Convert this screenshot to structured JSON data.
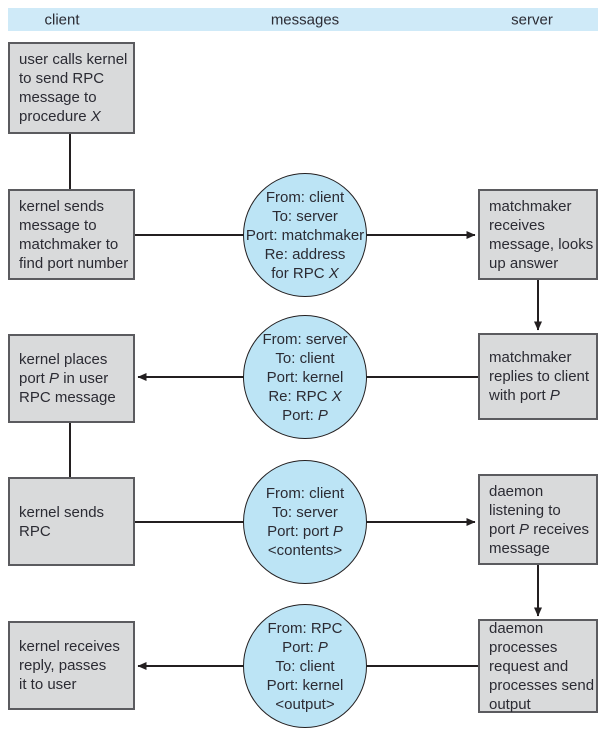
{
  "colors": {
    "header_bg": "#cfeaf8",
    "box_bg": "#d9dadb",
    "box_border": "#5b5b5f",
    "circle_bg": "#bce4f5",
    "circle_border": "#231f20",
    "text": "#2b2b33",
    "line": "#231f20",
    "page_bg": "#ffffff"
  },
  "header": {
    "client": "client",
    "messages": "messages",
    "server": "server"
  },
  "client_boxes": [
    {
      "lines": [
        [
          {
            "t": "user calls kernel"
          }
        ],
        [
          {
            "t": "to send RPC"
          }
        ],
        [
          {
            "t": "message to"
          }
        ],
        [
          {
            "t": "procedure "
          },
          {
            "t": "X",
            "i": true
          }
        ]
      ]
    },
    {
      "lines": [
        [
          {
            "t": "kernel sends"
          }
        ],
        [
          {
            "t": "message to"
          }
        ],
        [
          {
            "t": "matchmaker to"
          }
        ],
        [
          {
            "t": "find port number"
          }
        ]
      ]
    },
    {
      "lines": [
        [
          {
            "t": "kernel places"
          }
        ],
        [
          {
            "t": "port "
          },
          {
            "t": "P",
            "i": true
          },
          {
            "t": " in user"
          }
        ],
        [
          {
            "t": "RPC message"
          }
        ]
      ]
    },
    {
      "lines": [
        [
          {
            "t": "kernel sends"
          }
        ],
        [
          {
            "t": "RPC"
          }
        ]
      ]
    },
    {
      "lines": [
        [
          {
            "t": "kernel receives"
          }
        ],
        [
          {
            "t": "reply, passes"
          }
        ],
        [
          {
            "t": "it to user"
          }
        ]
      ]
    }
  ],
  "message_circles": [
    {
      "lines": [
        [
          {
            "t": "From: client"
          }
        ],
        [
          {
            "t": "To: server"
          }
        ],
        [
          {
            "t": "Port: matchmaker"
          }
        ],
        [
          {
            "t": "Re: address"
          }
        ],
        [
          {
            "t": "for RPC "
          },
          {
            "t": "X",
            "i": true
          }
        ]
      ]
    },
    {
      "lines": [
        [
          {
            "t": "From: server"
          }
        ],
        [
          {
            "t": "To: client"
          }
        ],
        [
          {
            "t": "Port: kernel"
          }
        ],
        [
          {
            "t": "Re: RPC "
          },
          {
            "t": "X",
            "i": true
          }
        ],
        [
          {
            "t": "Port: "
          },
          {
            "t": "P",
            "i": true
          }
        ]
      ]
    },
    {
      "lines": [
        [
          {
            "t": "From: client"
          }
        ],
        [
          {
            "t": "To: server"
          }
        ],
        [
          {
            "t": "Port: port "
          },
          {
            "t": "P",
            "i": true
          }
        ],
        [
          {
            "t": "<contents>"
          }
        ]
      ]
    },
    {
      "lines": [
        [
          {
            "t": "From: RPC"
          }
        ],
        [
          {
            "t": "Port: "
          },
          {
            "t": "P",
            "i": true
          }
        ],
        [
          {
            "t": "To: client"
          }
        ],
        [
          {
            "t": "Port: kernel"
          }
        ],
        [
          {
            "t": "<output>"
          }
        ]
      ]
    }
  ],
  "server_boxes": [
    {
      "lines": [
        [
          {
            "t": "matchmaker"
          }
        ],
        [
          {
            "t": "receives"
          }
        ],
        [
          {
            "t": "message, looks"
          }
        ],
        [
          {
            "t": "up answer"
          }
        ]
      ]
    },
    {
      "lines": [
        [
          {
            "t": "matchmaker"
          }
        ],
        [
          {
            "t": "replies to client"
          }
        ],
        [
          {
            "t": "with port "
          },
          {
            "t": "P",
            "i": true
          }
        ]
      ]
    },
    {
      "lines": [
        [
          {
            "t": "daemon"
          }
        ],
        [
          {
            "t": "listening to"
          }
        ],
        [
          {
            "t": "port "
          },
          {
            "t": "P",
            "i": true
          },
          {
            "t": " receives"
          }
        ],
        [
          {
            "t": "message"
          }
        ]
      ]
    },
    {
      "lines": [
        [
          {
            "t": "daemon"
          }
        ],
        [
          {
            "t": "processes"
          }
        ],
        [
          {
            "t": "request and"
          }
        ],
        [
          {
            "t": "processes send"
          }
        ],
        [
          {
            "t": "output"
          }
        ]
      ]
    }
  ]
}
